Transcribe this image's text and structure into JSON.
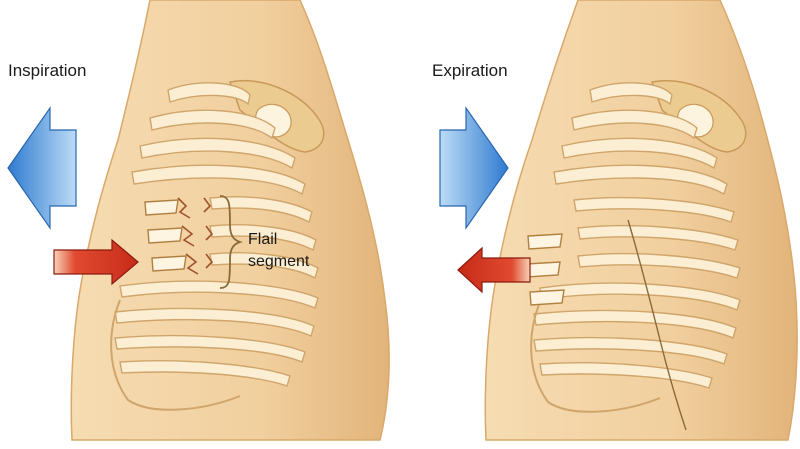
{
  "panels": {
    "left": {
      "title": "Inspiration"
    },
    "right": {
      "title": "Expiration"
    }
  },
  "annotation": {
    "line1": "Flail",
    "line2": "segment"
  },
  "colors": {
    "skin": "#f2d3a4",
    "skin_shadow": "#e3b77c",
    "rib": "#fbeed2",
    "rib_outline": "#cfa56b",
    "blue_arrow": "#4a8fd8",
    "red_arrow": "#d93a25"
  },
  "icons": {
    "outward_arrow": "blue-left-arrow",
    "inward_arrow": "blue-right-arrow",
    "pressure_arrow_in": "red-right-arrow",
    "pressure_arrow_out": "red-left-arrow"
  }
}
